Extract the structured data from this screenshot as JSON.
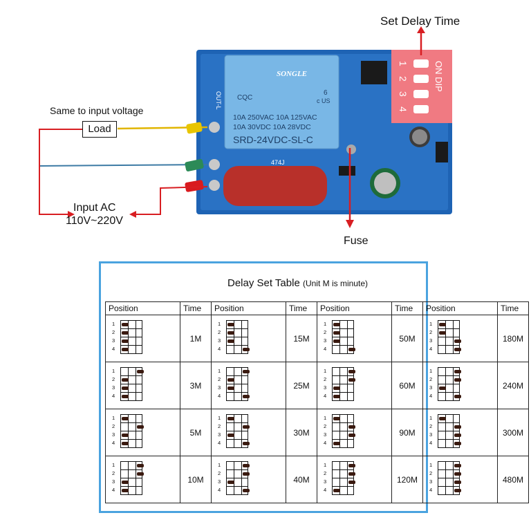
{
  "labels": {
    "set_delay_time": "Set Delay Time",
    "same_to_input": "Same to input voltage",
    "load": "Load",
    "input_ac": "Input AC",
    "voltage_range": "110V~220V",
    "fuse": "Fuse"
  },
  "board": {
    "relay_brand": "SONGLE",
    "relay_line1": "10A 250VAC  10A 125VAC",
    "relay_line2": "10A  30VDC  10A  28VDC",
    "relay_model": "SRD-24VDC-SL-C",
    "relay_cert": "CQC",
    "relay_ul": "c US",
    "relay_six": "6",
    "out_label": "OUT-L",
    "cap_label": "474J",
    "dip_on": "ON DIP",
    "dip_nums": [
      "1",
      "2",
      "3",
      "4"
    ]
  },
  "colors": {
    "board": "#1e63b4",
    "relay": "#79b7e6",
    "capacitor": "#b8302a",
    "dip": "#f07a82",
    "arrow": "#d81e22",
    "table_border": "#4aa3df"
  },
  "table": {
    "title": "Delay Set Table",
    "subtitle": "(Unit M is minute)",
    "header_position": "Position",
    "header_time": "Time",
    "rows": [
      [
        {
          "time": "1M",
          "dip": [
            0,
            0,
            0,
            0
          ]
        },
        {
          "time": "15M",
          "dip": [
            0,
            0,
            0,
            1
          ]
        },
        {
          "time": "50M",
          "dip": [
            0,
            0,
            0,
            1
          ]
        },
        {
          "time": "180M",
          "dip": [
            0,
            0,
            1,
            1
          ]
        }
      ],
      [
        {
          "time": "3M",
          "dip": [
            1,
            0,
            0,
            0
          ]
        },
        {
          "time": "25M",
          "dip": [
            1,
            0,
            0,
            1
          ]
        },
        {
          "time": "60M",
          "dip": [
            1,
            1,
            0,
            0
          ]
        },
        {
          "time": "240M",
          "dip": [
            1,
            1,
            0,
            1
          ]
        }
      ],
      [
        {
          "time": "5M",
          "dip": [
            0,
            1,
            0,
            0
          ]
        },
        {
          "time": "30M",
          "dip": [
            0,
            1,
            0,
            1
          ]
        },
        {
          "time": "90M",
          "dip": [
            0,
            1,
            1,
            0
          ]
        },
        {
          "time": "300M",
          "dip": [
            0,
            1,
            1,
            1
          ]
        }
      ],
      [
        {
          "time": "10M",
          "dip": [
            1,
            1,
            0,
            0
          ]
        },
        {
          "time": "40M",
          "dip": [
            1,
            1,
            0,
            1
          ]
        },
        {
          "time": "120M",
          "dip": [
            1,
            1,
            1,
            0
          ]
        },
        {
          "time": "480M",
          "dip": [
            1,
            1,
            1,
            1
          ]
        }
      ]
    ]
  }
}
